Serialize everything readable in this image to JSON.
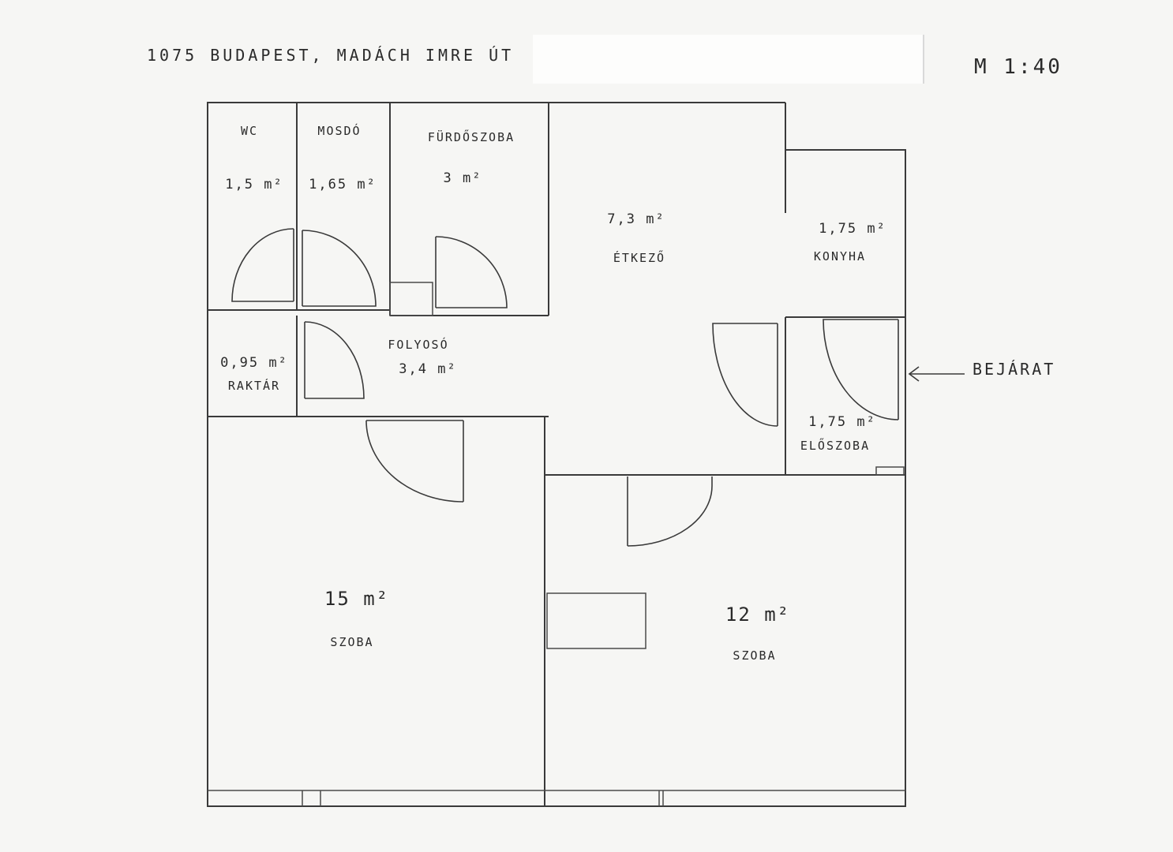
{
  "header": {
    "address": "1075 BUDAPEST, MADÁCH IMRE ÚT",
    "scale": "M 1:40"
  },
  "entrance_label": "BEJÁRAT",
  "rooms": [
    {
      "id": "wc",
      "name": "WC",
      "area": "1,5 m²"
    },
    {
      "id": "mosdo",
      "name": "MOSDÓ",
      "area": "1,65 m²"
    },
    {
      "id": "furdoszoba",
      "name": "FÜRDŐSZOBA",
      "area": "3 m²"
    },
    {
      "id": "etkezo",
      "name": "ÉTKEZŐ",
      "area": "7,3 m²"
    },
    {
      "id": "konyha",
      "name": "KONYHA",
      "area": "1,75 m²"
    },
    {
      "id": "raktar",
      "name": "RAKTÁR",
      "area": "0,95 m²"
    },
    {
      "id": "folyoso",
      "name": "FOLYOSÓ",
      "area": "3,4 m²"
    },
    {
      "id": "eloszoba",
      "name": "ELŐSZOBA",
      "area": "1,75 m²"
    },
    {
      "id": "szoba1",
      "name": "SZOBA",
      "area": "15 m²"
    },
    {
      "id": "szoba2",
      "name": "SZOBA",
      "area": "12 m²"
    }
  ]
}
